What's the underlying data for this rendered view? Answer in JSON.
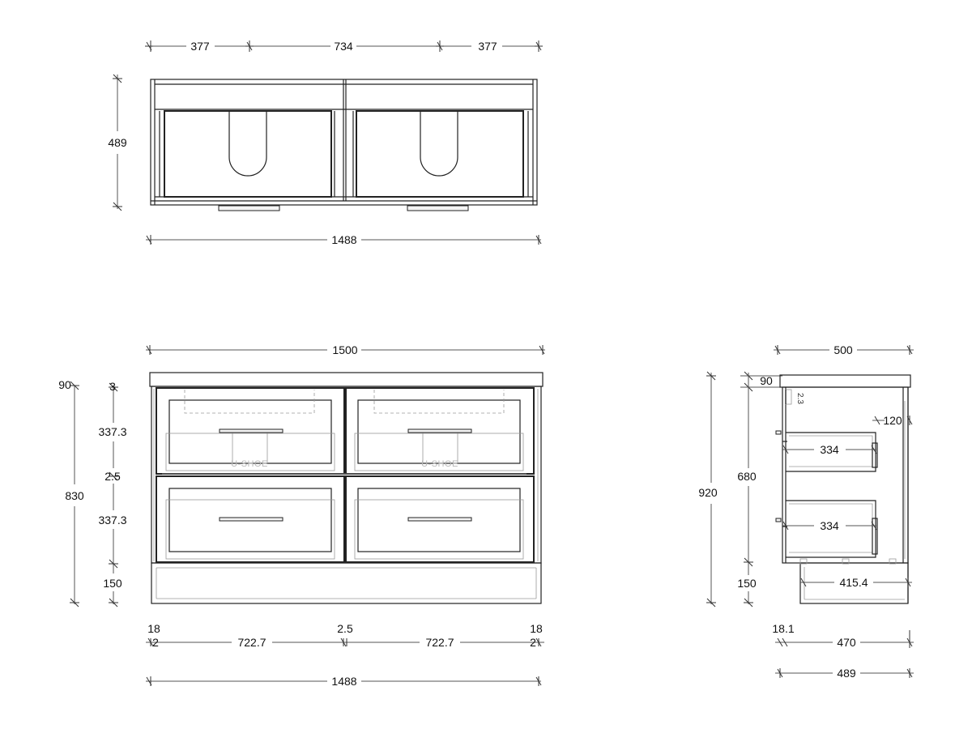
{
  "top_view": {
    "dims": {
      "left_offset": "377",
      "center_spacing": "734",
      "right_offset": "377",
      "depth": "489",
      "overall_width": "1488"
    }
  },
  "front_view": {
    "dims": {
      "top_width": "1500",
      "top_thickness": "90",
      "top_gap": "3",
      "drawer_upper": "337.3",
      "mid_gap": "2.5",
      "drawer_lower": "337.3",
      "overall_height": "830",
      "plinth": "150",
      "left_side": "18",
      "left_reveal": "2",
      "left_drawer_width": "722.7",
      "center_gap": "2.5",
      "right_drawer_width": "722.7",
      "right_side": "18",
      "right_reveal": "2",
      "cabinet_width": "1488"
    },
    "watermark": "U-SHOE"
  },
  "side_view": {
    "dims": {
      "top_depth": "500",
      "top_thickness": "90",
      "overall_height": "920",
      "carcass_height": "680",
      "plinth": "150",
      "rear_gap": "120",
      "drawer_upper_depth": "334",
      "drawer_lower_depth": "334",
      "plinth_depth": "415.4",
      "panel": "18.1",
      "inner_depth": "470",
      "overall_depth": "489",
      "small_gap": "2.3"
    }
  }
}
